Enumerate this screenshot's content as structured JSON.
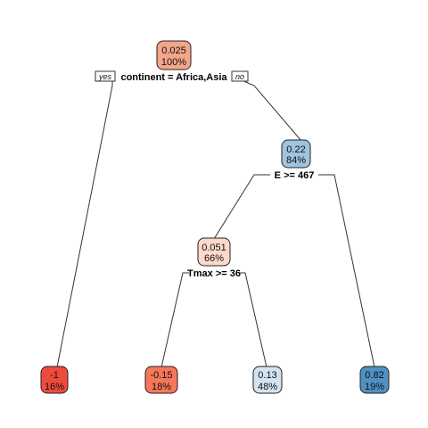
{
  "tree": {
    "root": {
      "value": "0.025",
      "percent": "100%",
      "color": "#f4a58a",
      "split": "continent = Africa,Asia"
    },
    "node_e": {
      "value": "0.22",
      "percent": "84%",
      "color": "#9fc4e0",
      "split": "E >= 467"
    },
    "node_t": {
      "value": "0.051",
      "percent": "66%",
      "color": "#fcd9cb",
      "split": "Tmax >= 36"
    },
    "leaves": [
      {
        "value": "-1",
        "percent": "16%",
        "color": "#ef4b3c"
      },
      {
        "value": "-0.15",
        "percent": "18%",
        "color": "#f6775a"
      },
      {
        "value": "0.13",
        "percent": "48%",
        "color": "#d3e4f1"
      },
      {
        "value": "0.82",
        "percent": "19%",
        "color": "#4f91c3"
      }
    ],
    "yes_label": "yes",
    "no_label": "no"
  }
}
